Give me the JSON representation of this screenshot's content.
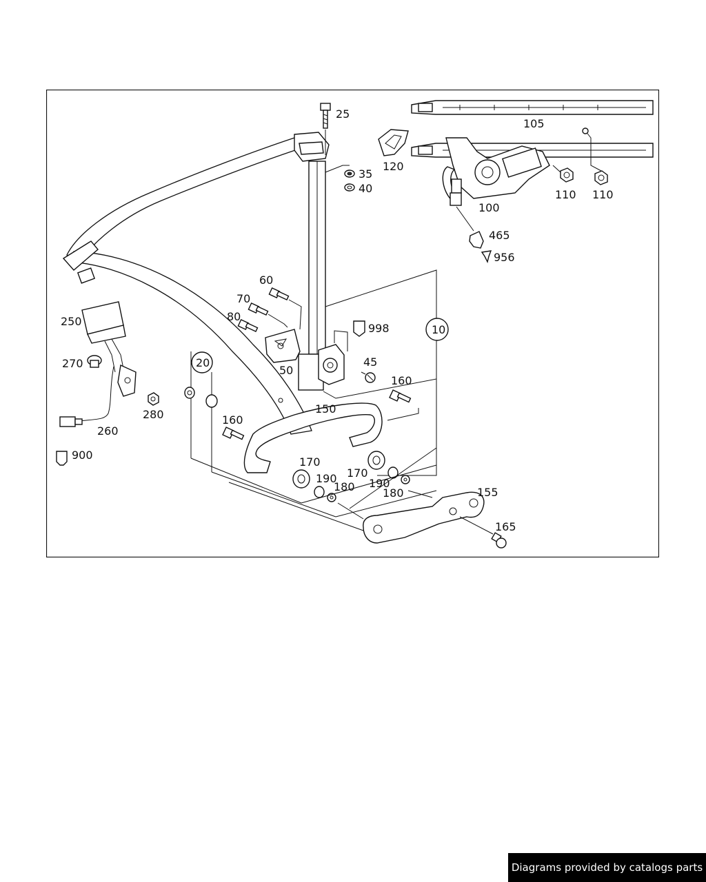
{
  "callouts": {
    "c25": "25",
    "c35": "35",
    "c40": "40",
    "c105": "105",
    "c120": "120",
    "c100": "100",
    "c110a": "110",
    "c110b": "110",
    "c465": "465",
    "c956": "956",
    "c60": "60",
    "c70": "70",
    "c80": "80",
    "c250": "250",
    "c998": "998",
    "c10": "10",
    "c270": "270",
    "c20": "20",
    "c50": "50",
    "c45": "45",
    "c160a": "160",
    "c150": "150",
    "c280": "280",
    "c160b": "160",
    "c260": "260",
    "c900": "900",
    "c170a": "170",
    "c190a": "190",
    "c180a": "180",
    "c170b": "170",
    "c190b": "190",
    "c180b": "180",
    "c155": "155",
    "c165": "165"
  },
  "footer": {
    "credit": "Diagrams provided by catalogs parts"
  },
  "colors": {
    "line": "#111111",
    "background": "#ffffff",
    "banner": "#000000"
  }
}
